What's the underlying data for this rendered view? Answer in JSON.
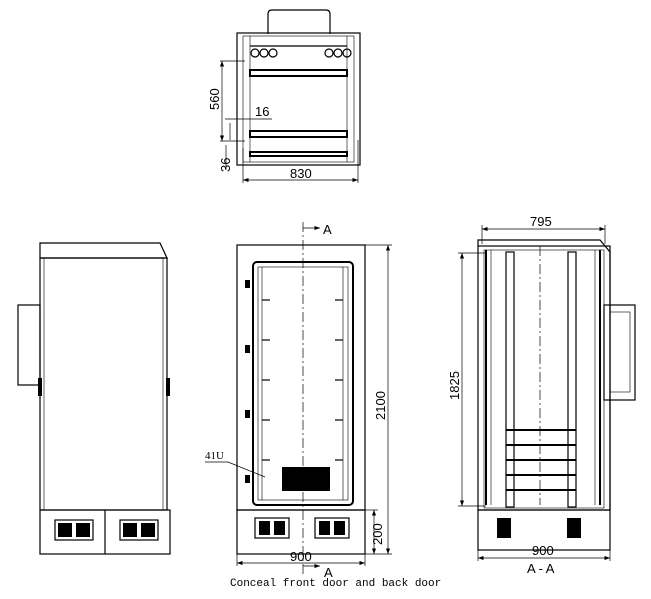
{
  "top_view": {
    "dim_height": "560",
    "dim_offset": "16",
    "dim_bottom": "36",
    "dim_width": "830"
  },
  "front_view": {
    "section_marker_top": "A",
    "section_marker_bottom": "A",
    "dim_height": "2100",
    "dim_base": "200",
    "dim_width": "900",
    "callout_units": "41U"
  },
  "section_view": {
    "dim_depth": "795",
    "dim_height": "1825",
    "dim_width": "900",
    "title": "A - A"
  },
  "caption": "Conceal front door and back door"
}
